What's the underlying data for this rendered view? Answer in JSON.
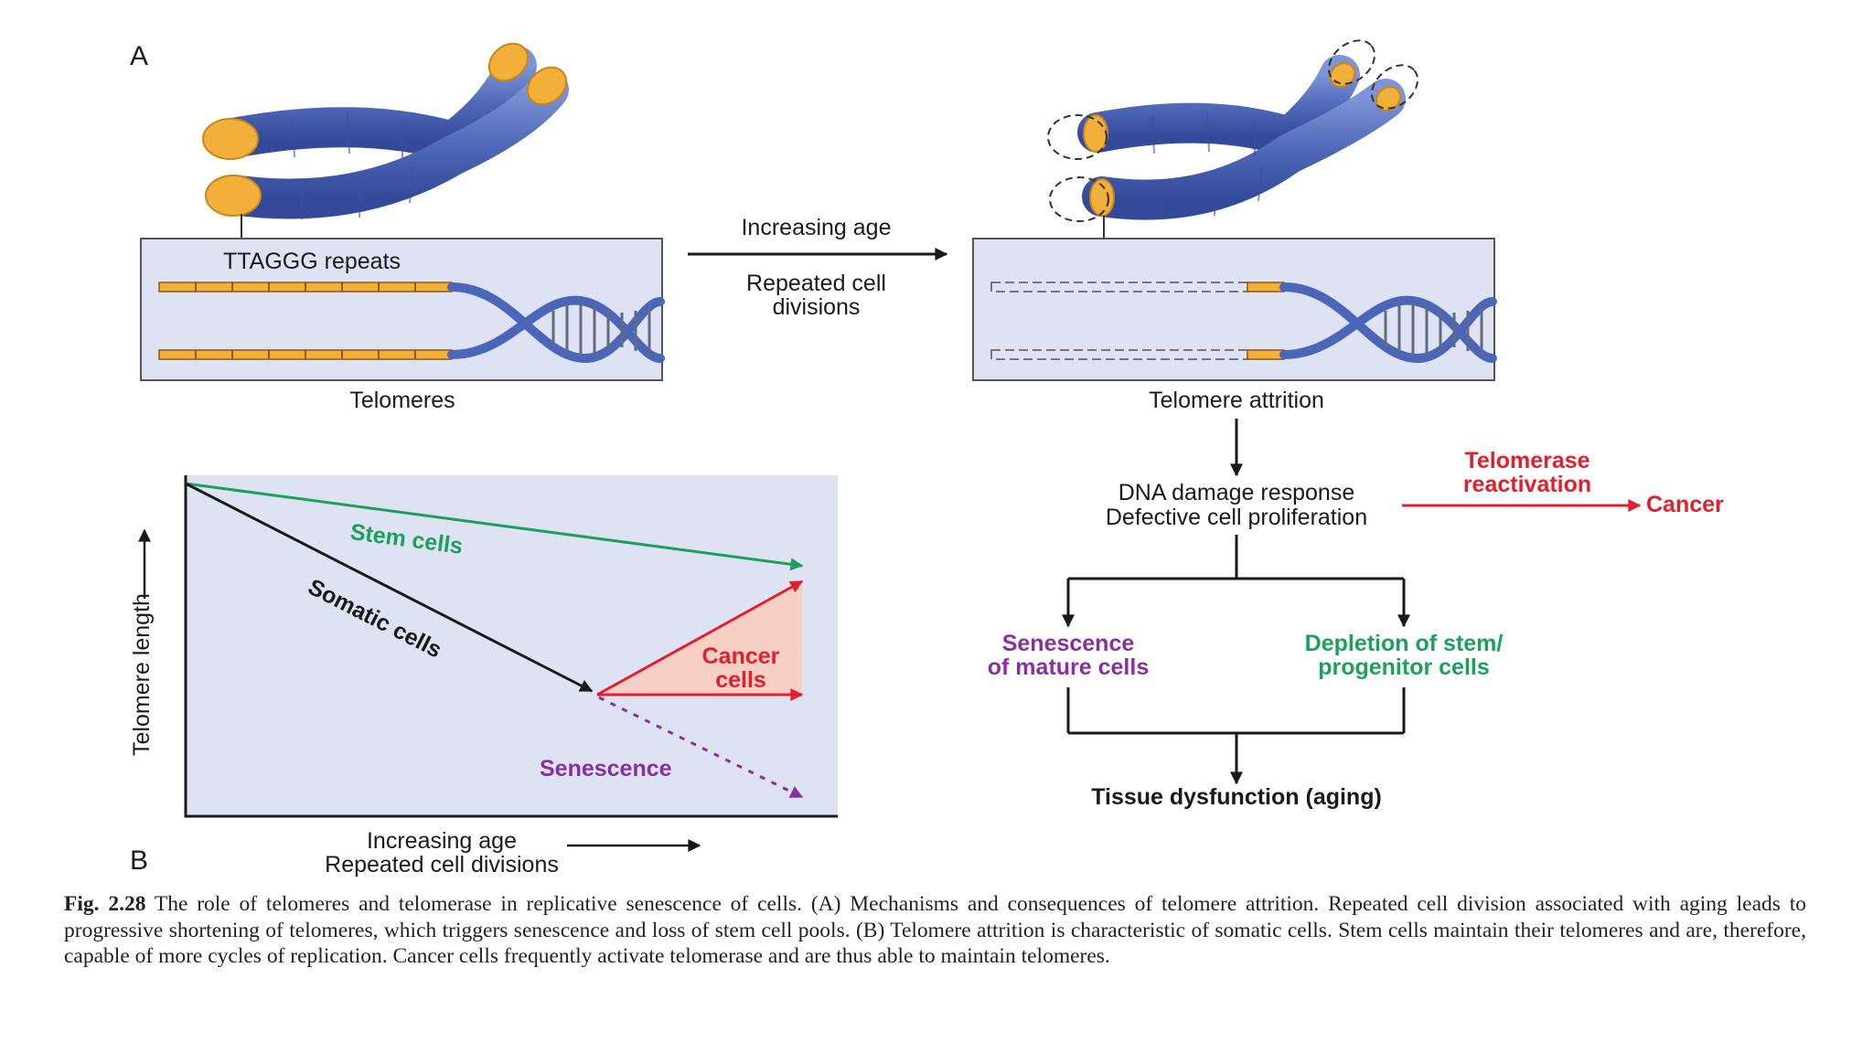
{
  "panel_labels": {
    "a": "A",
    "b": "B"
  },
  "panel_a": {
    "left_box": {
      "inner_label": "TTAGGG repeats",
      "caption": "Telomeres"
    },
    "arrow": {
      "line1": "Increasing age",
      "line2": "Repeated cell",
      "line3": "divisions"
    },
    "right_box": {
      "caption": "Telomere attrition"
    }
  },
  "flow": {
    "dna_damage_line1": "DNA damage response",
    "dna_damage_line2": "Defective cell proliferation",
    "telomerase_line1": "Telomerase",
    "telomerase_line2": "reactivation",
    "cancer": "Cancer",
    "senescence_line1": "Senescence",
    "senescence_line2": "of mature cells",
    "depletion_line1": "Depletion of stem/",
    "depletion_line2": "progenitor cells",
    "tissue": "Tissue dysfunction (aging)"
  },
  "panel_b": {
    "ylabel": "Telomere length",
    "xlabel_line1": "Increasing age",
    "xlabel_line2": "Repeated cell divisions",
    "stem_cells": "Stem cells",
    "somatic_cells": "Somatic cells",
    "cancer_line1": "Cancer",
    "cancer_line2": "cells",
    "senescence": "Senescence"
  },
  "colors": {
    "telomere_cap": "#f2b03a",
    "chromosome": "#5670c0",
    "panel_bg": "#dde3f3",
    "green": "#1ea05a",
    "red": "#e0202e",
    "purple": "#8a2f9e",
    "cancer_fill": "#f8cfc4"
  },
  "caption": {
    "fig_label": "Fig. 2.28",
    "text": "The role of telomeres and telomerase in replicative senescence of cells. (A) Mechanisms and consequences of telomere attrition. Repeated cell division associated with aging leads to progressive shortening of telomeres, which triggers senescence and loss of stem cell pools. (B) Telomere attrition is characteristic of somatic cells. Stem cells maintain their telomeres and are, therefore, capable of more cycles of replication. Cancer cells frequently activate telomerase and are thus able to maintain telomeres."
  }
}
